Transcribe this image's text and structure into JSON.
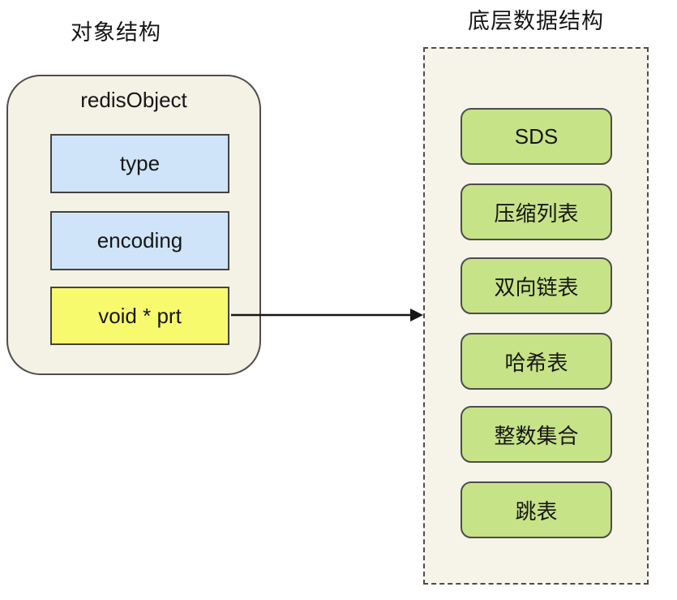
{
  "left_section": {
    "title": "对象结构",
    "container_label": "redisObject",
    "fields": [
      {
        "label": "type",
        "fill": "#cfe4f8"
      },
      {
        "label": "encoding",
        "fill": "#cfe4f8"
      },
      {
        "label": "void * prt",
        "fill": "#f8fa6e"
      }
    ]
  },
  "right_section": {
    "title": "底层数据结构",
    "box_fill": "#c7e387",
    "boxes": [
      {
        "label": "SDS"
      },
      {
        "label": "压缩列表"
      },
      {
        "label": "双向链表"
      },
      {
        "label": "哈希表"
      },
      {
        "label": "整数集合"
      },
      {
        "label": "跳表"
      }
    ]
  },
  "arrow": {
    "from": "void * prt",
    "to": "底层数据结构",
    "color": "#161616"
  },
  "colors": {
    "container_fill": "#f4f1e5",
    "panel_fill": "#f6f3e9",
    "border": "#4d4d4d",
    "background": "#ffffff"
  }
}
